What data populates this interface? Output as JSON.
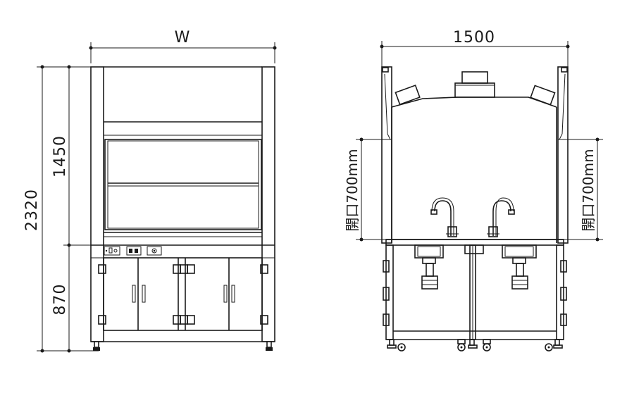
{
  "front_view": {
    "width_label": "W",
    "total_height_label": "2320",
    "upper_height_label": "1450",
    "lower_height_label": "870"
  },
  "side_view": {
    "width_label": "1500",
    "left_opening_label": "開口700mm",
    "right_opening_label": "開口700mm"
  }
}
